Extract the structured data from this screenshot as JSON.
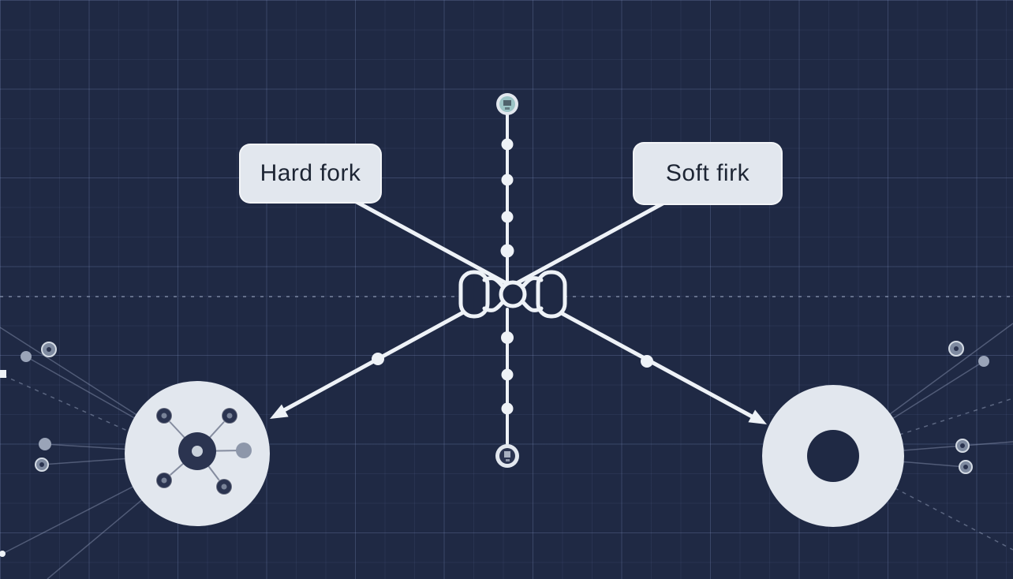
{
  "colors": {
    "background": "#1F2944",
    "surface-light": "#E2E7EE",
    "stroke-white": "#EEF2F7",
    "node-dark": "#2B3450",
    "node-teal": "#9CC4C6",
    "text-dark": "#1D2534",
    "faint-line": "#97A3BE"
  },
  "labels": {
    "hard_fork": "Hard fork",
    "soft_fork": "Soft firk"
  },
  "chain": {
    "blocks_above_fork": 4,
    "blocks_below_fork": 3,
    "dots_on_left_branch": 1,
    "dots_on_right_branch": 1
  },
  "icons": {
    "top_node": "genesis-block-icon",
    "bottom_node": "terminal-block-icon",
    "center_node": "fork-junction-icon",
    "left_target": "hub-network-icon",
    "right_target": "ring-node-icon"
  }
}
